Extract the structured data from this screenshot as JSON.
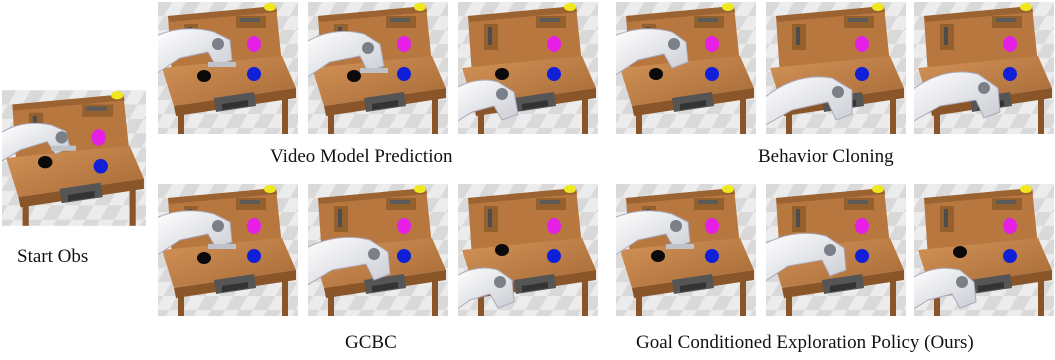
{
  "captions": {
    "start": "Start Obs",
    "video_model": "Video Model Prediction",
    "behavior_cloning": "Behavior Cloning",
    "gcbc": "GCBC",
    "gcep": "Goal Conditioned Exploration Policy (Ours)"
  },
  "colors": {
    "wood": "#c8864a",
    "wood_dark": "#8a5528",
    "floor": "#e7e7e7",
    "robot": "#e9eaee",
    "magenta": "#e61fe6",
    "blue": "#1020d8",
    "yellow": "#f0e81e",
    "black": "#0a0a0a",
    "metal": "#585858"
  }
}
